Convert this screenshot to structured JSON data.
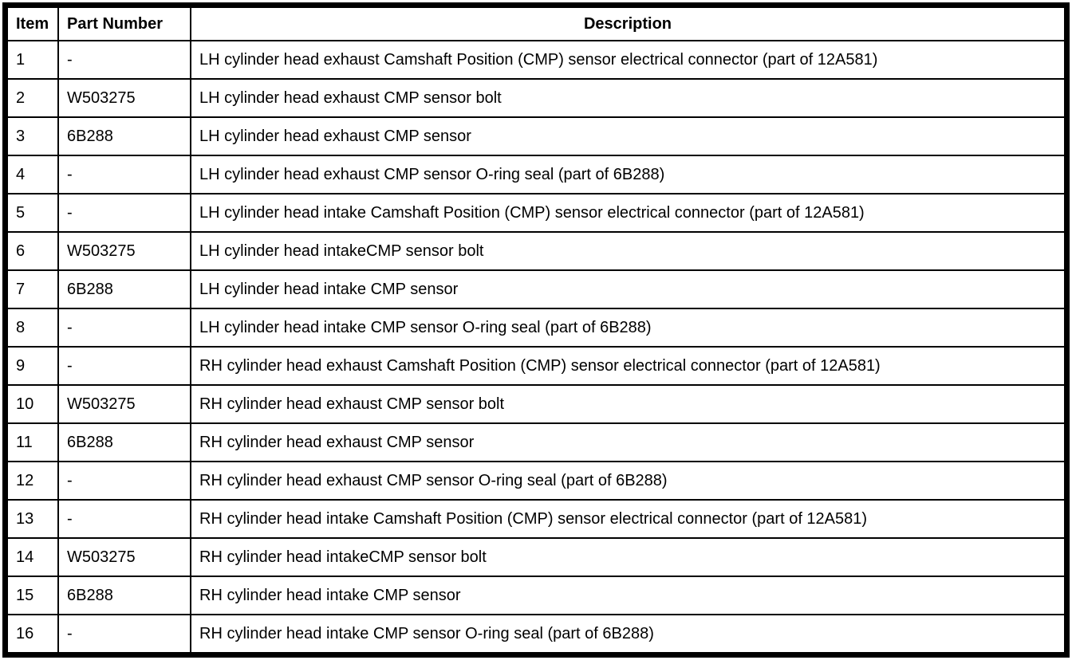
{
  "colors": {
    "border": "#000000",
    "background": "#ffffff",
    "text": "#000000"
  },
  "table": {
    "headers": {
      "item": "Item",
      "part_number": "Part Number",
      "description": "Description"
    },
    "rows": [
      {
        "item": "1",
        "part_number": "-",
        "description": "LH cylinder head exhaust Camshaft Position (CMP) sensor electrical connector (part of 12A581)"
      },
      {
        "item": "2",
        "part_number": "W503275",
        "description": "LH cylinder head exhaust CMP sensor bolt"
      },
      {
        "item": "3",
        "part_number": "6B288",
        "description": "LH cylinder head exhaust CMP sensor"
      },
      {
        "item": "4",
        "part_number": "-",
        "description": "LH cylinder head exhaust CMP sensor O-ring seal (part of 6B288)"
      },
      {
        "item": "5",
        "part_number": "-",
        "description": "LH cylinder head intake Camshaft Position (CMP) sensor electrical connector (part of 12A581)"
      },
      {
        "item": "6",
        "part_number": "W503275",
        "description": "LH cylinder head intakeCMP sensor bolt"
      },
      {
        "item": "7",
        "part_number": "6B288",
        "description": "LH cylinder head intake CMP sensor"
      },
      {
        "item": "8",
        "part_number": "-",
        "description": "LH cylinder head intake CMP sensor O-ring seal (part of 6B288)"
      },
      {
        "item": "9",
        "part_number": "-",
        "description": "RH cylinder head exhaust Camshaft Position (CMP) sensor electrical connector (part of 12A581)"
      },
      {
        "item": "10",
        "part_number": "W503275",
        "description": "RH cylinder head exhaust CMP sensor bolt"
      },
      {
        "item": "11",
        "part_number": "6B288",
        "description": "RH cylinder head exhaust CMP sensor"
      },
      {
        "item": "12",
        "part_number": "-",
        "description": "RH cylinder head exhaust CMP sensor O-ring seal (part of 6B288)"
      },
      {
        "item": "13",
        "part_number": "-",
        "description": "RH cylinder head intake Camshaft Position (CMP) sensor electrical connector (part of 12A581)"
      },
      {
        "item": "14",
        "part_number": "W503275",
        "description": "RH cylinder head intakeCMP sensor bolt"
      },
      {
        "item": "15",
        "part_number": "6B288",
        "description": "RH cylinder head intake CMP sensor"
      },
      {
        "item": "16",
        "part_number": "-",
        "description": "RH cylinder head intake CMP sensor O-ring seal (part of 6B288)"
      }
    ]
  }
}
